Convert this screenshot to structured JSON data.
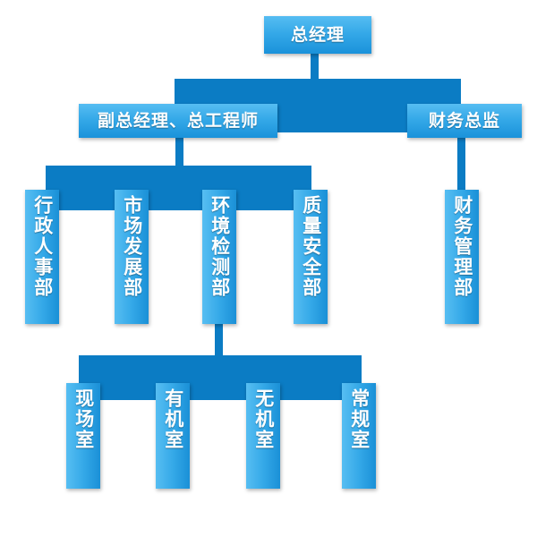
{
  "chart": {
    "type": "org-chart",
    "title": "",
    "background_color": "#ffffff",
    "box_color_light": "#57bef2",
    "box_color_dark": "#1a90d7",
    "connector_color": "#0b7cc4",
    "text_color": "#ffffff"
  },
  "nodes": {
    "general_manager": "总经理",
    "deputy_gm_chief_engineer": "副总经理、总工程师",
    "finance_director": "财务总监",
    "admin_hr_dept": "行政人事部",
    "market_development_dept": "市场发展部",
    "environmental_testing_dept": "环境检测部",
    "quality_safety_dept": "质量安全部",
    "financial_management_dept": "财务管理部",
    "field_lab": "现场室",
    "organic_lab": "有机室",
    "inorganic_lab": "无机室",
    "routine_lab": "常规室"
  }
}
